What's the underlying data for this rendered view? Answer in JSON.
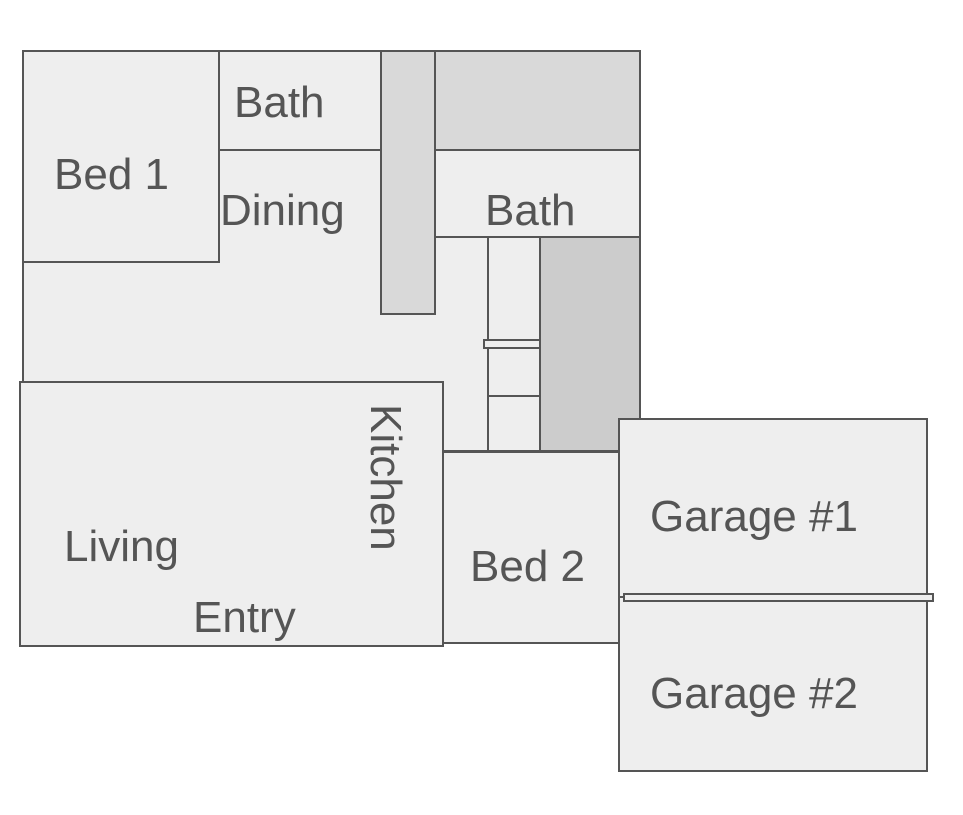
{
  "colors": {
    "room_fill": "#eeeeee",
    "closet_fill": "#d9d9d9",
    "dark_fill": "#cccccc",
    "outline": "#555555",
    "label": "#555555"
  },
  "rooms": {
    "bed1": "Bed 1",
    "bath_top": "Bath",
    "dining": "Dining",
    "bath_right": "Bath",
    "kitchen": "Kitchen",
    "living": "Living",
    "entry": "Entry",
    "bed2": "Bed 2",
    "garage1": "Garage #1",
    "garage2": "Garage #2"
  }
}
